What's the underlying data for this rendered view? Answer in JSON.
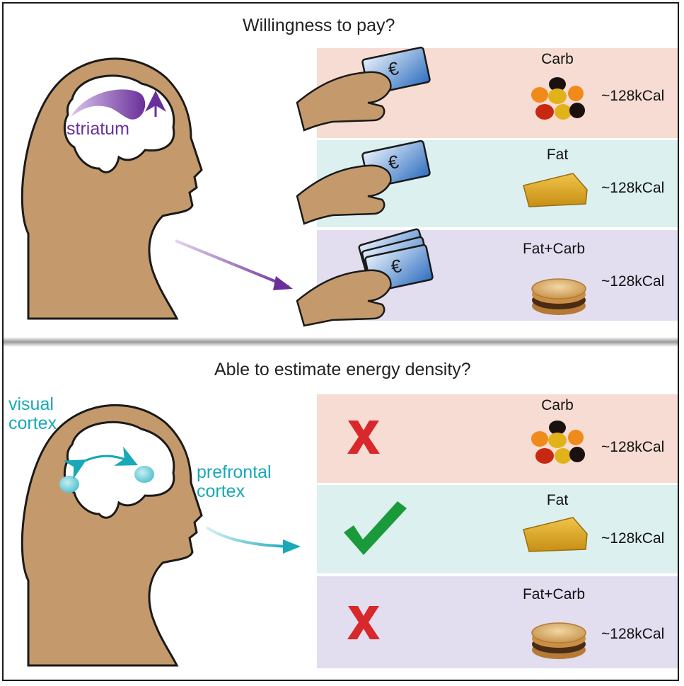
{
  "top_panel": {
    "title": "Willingness to pay?",
    "brain_label": "striatum",
    "rows": [
      {
        "food": "Carb",
        "kcal": "~128kCal",
        "food_icon": "candy-icon",
        "color": "#f6dcd2"
      },
      {
        "food": "Fat",
        "kcal": "~128kCal",
        "food_icon": "cheese-icon",
        "color": "#dcf0f0"
      },
      {
        "food": "Fat+Carb",
        "kcal": "~128kCal",
        "food_icon": "biscuit-icon",
        "color": "#e2def0"
      }
    ],
    "currency_symbol": "€"
  },
  "bottom_panel": {
    "title": "Able to estimate energy density?",
    "label_visual": "visual\ncortex",
    "label_prefrontal": "prefrontal\ncortex",
    "rows": [
      {
        "food": "Carb",
        "kcal": "~128kCal",
        "food_icon": "candy-icon",
        "mark": "cross-icon",
        "color": "#f6dcd2"
      },
      {
        "food": "Fat",
        "kcal": "~128kCal",
        "food_icon": "cheese-icon",
        "mark": "check-icon",
        "color": "#dcf0f0"
      },
      {
        "food": "Fat+Carb",
        "kcal": "~128kCal",
        "food_icon": "biscuit-icon",
        "mark": "cross-icon",
        "color": "#e2def0"
      }
    ]
  },
  "colors": {
    "purple": "#6a2f9a",
    "teal": "#19a8b8",
    "skin": "#c49a6c",
    "cross": "#d8282b",
    "check": "#1a9a3a"
  }
}
